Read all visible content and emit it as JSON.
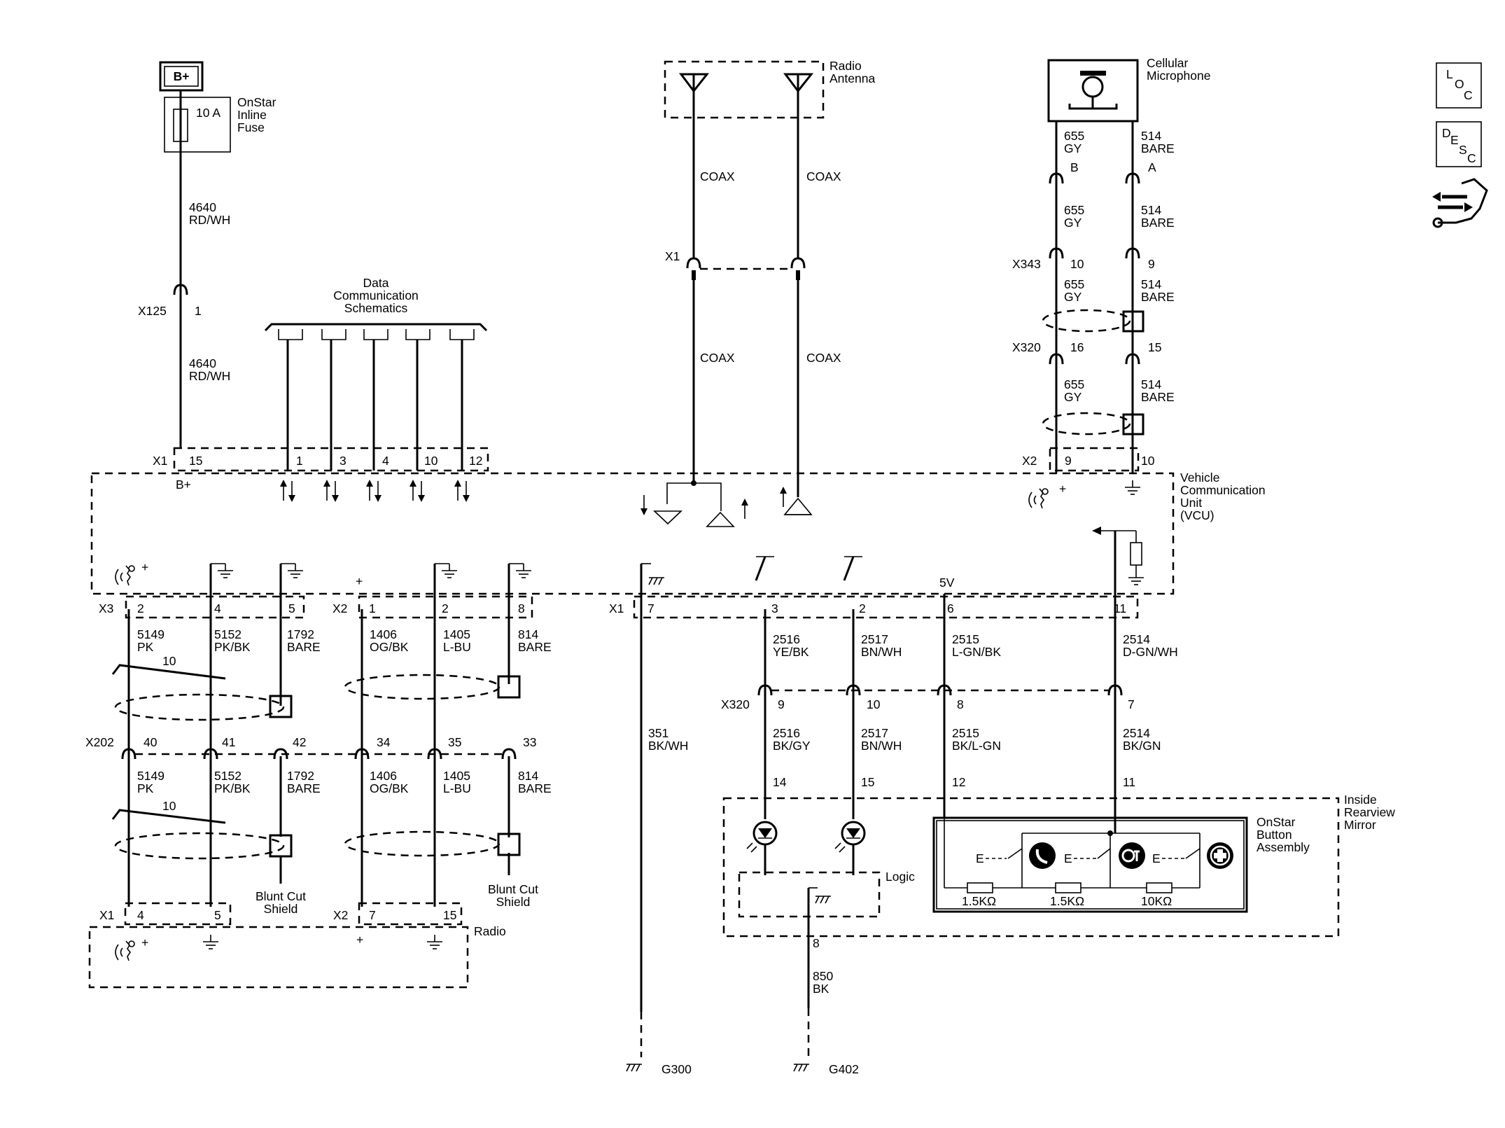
{
  "diagram": {
    "title_box": {
      "b_plus": "B+"
    },
    "fuse": {
      "rating": "10 A",
      "name_l1": "OnStar",
      "name_l2": "Inline",
      "name_l3": "Fuse"
    },
    "ant": {
      "l1": "Radio",
      "l2": "Antenna",
      "coax": "COAX",
      "x1": "X1"
    },
    "mic": {
      "l1": "Cellular",
      "l2": "Microphone"
    },
    "data_comm": {
      "l1": "Data",
      "l2": "Communication",
      "l3": "Schematics"
    },
    "icons": {
      "loc": [
        "L",
        "O",
        "C"
      ],
      "desc": [
        "D",
        "E",
        "S",
        "C"
      ]
    },
    "connectors": {
      "x125": "X125",
      "x1": "X1",
      "x2": "X2",
      "x3": "X3",
      "x343": "X343",
      "x320": "X320",
      "x202": "X202",
      "b_plus": "B+",
      "v5": "5V"
    },
    "wires": {
      "fuse_top": {
        "circuit": "4640",
        "color": "RD/WH"
      },
      "fuse_bot": {
        "circuit": "4640",
        "color": "RD/WH"
      },
      "mic_b": {
        "circuit": "655",
        "color": "GY"
      },
      "mic_a": {
        "circuit": "514",
        "color": "BARE"
      },
      "w5149": {
        "circuit": "5149",
        "color": "PK"
      },
      "w5152": {
        "circuit": "5152",
        "color": "PK/BK"
      },
      "w1792": {
        "circuit": "1792",
        "color": "BARE"
      },
      "w1406": {
        "circuit": "1406",
        "color": "OG/BK"
      },
      "w1405": {
        "circuit": "1405",
        "color": "L-BU"
      },
      "w814": {
        "circuit": "814",
        "color": "BARE"
      },
      "w351": {
        "circuit": "351",
        "color": "BK/WH"
      },
      "w2516a": {
        "circuit": "2516",
        "color": "YE/BK"
      },
      "w2517a": {
        "circuit": "2517",
        "color": "BN/WH"
      },
      "w2515a": {
        "circuit": "2515",
        "color": "L-GN/BK"
      },
      "w2514a": {
        "circuit": "2514",
        "color": "D-GN/WH"
      },
      "w2516b": {
        "circuit": "2516",
        "color": "BK/GY"
      },
      "w2517b": {
        "circuit": "2517",
        "color": "BN/WH"
      },
      "w2515b": {
        "circuit": "2515",
        "color": "BK/L-GN"
      },
      "w2514b": {
        "circuit": "2514",
        "color": "BK/GN"
      },
      "w850": {
        "circuit": "850",
        "color": "BK"
      }
    },
    "pins": {
      "p1": "1",
      "p2": "2",
      "p3": "3",
      "p4": "4",
      "p5": "5",
      "p6": "6",
      "p7": "7",
      "p8": "8",
      "p9": "9",
      "p10": "10",
      "p11": "11",
      "p12": "12",
      "p14": "14",
      "p15": "15",
      "p16": "16",
      "p33": "33",
      "p34": "34",
      "p35": "35",
      "p40": "40",
      "p41": "41",
      "p42": "42",
      "pA": "A",
      "pB": "B"
    },
    "twist_count": "10",
    "vcu": {
      "l1": "Vehicle",
      "l2": "Communication",
      "l3": "Unit",
      "l4": "(VCU)"
    },
    "radio": "Radio",
    "blunt": {
      "l1": "Blunt Cut",
      "l2": "Shield"
    },
    "mirror": {
      "l1": "Inside",
      "l2": "Rearview",
      "l3": "Mirror"
    },
    "button": {
      "l1": "OnStar",
      "l2": "Button",
      "l3": "Assembly"
    },
    "logic": "Logic",
    "resistors": {
      "r1": "1.5KΩ",
      "r2": "1.5KΩ",
      "r3": "10KΩ"
    },
    "grounds": {
      "g300": "G300",
      "g402": "G402"
    }
  }
}
